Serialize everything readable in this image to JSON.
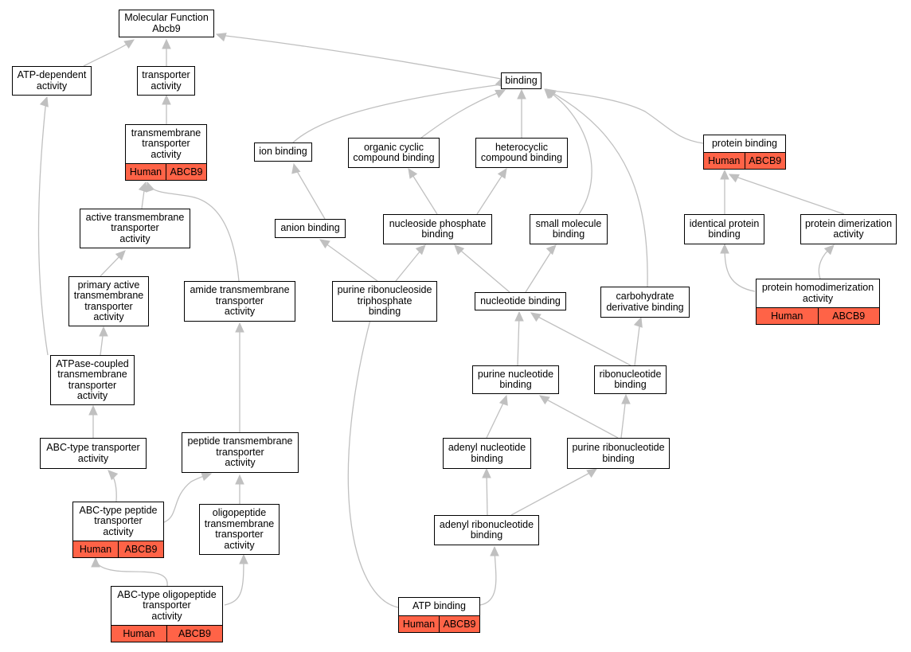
{
  "annotation_color": "#ff6347",
  "edge_color": "#c0c0c0",
  "nodes": {
    "mf": {
      "label": "Molecular Function\nAbcb9"
    },
    "atpdep": {
      "label": "ATP-dependent\nactivity"
    },
    "transp": {
      "label": "transporter\nactivity"
    },
    "binding": {
      "label": "binding"
    },
    "tmt": {
      "label": "transmembrane\ntransporter\nactivity",
      "species": "Human",
      "gene": "ABCB9"
    },
    "ionb": {
      "label": "ion binding"
    },
    "occb": {
      "label": "organic cyclic\ncompound binding"
    },
    "hccb": {
      "label": "heterocyclic\ncompound binding"
    },
    "protb": {
      "label": "protein binding",
      "species": "Human",
      "gene": "ABCB9"
    },
    "atmt": {
      "label": "active transmembrane\ntransporter\nactivity"
    },
    "anionb": {
      "label": "anion binding"
    },
    "nspb": {
      "label": "nucleoside phosphate\nbinding"
    },
    "smb": {
      "label": "small molecule\nbinding"
    },
    "idpb": {
      "label": "identical protein\nbinding"
    },
    "pdim": {
      "label": "protein dimerization\nactivity"
    },
    "patmt": {
      "label": "primary active\ntransmembrane\ntransporter\nactivity"
    },
    "amtt": {
      "label": "amide transmembrane\ntransporter\nactivity"
    },
    "prntb": {
      "label": "purine ribonucleoside\ntriphosphate\nbinding"
    },
    "nucb": {
      "label": "nucleotide binding"
    },
    "cdb": {
      "label": "carbohydrate\nderivative binding"
    },
    "phom": {
      "label": "protein homodimerization\nactivity",
      "species": "Human",
      "gene": "ABCB9"
    },
    "atpase": {
      "label": "ATPase-coupled\ntransmembrane\ntransporter\nactivity"
    },
    "pnb": {
      "label": "purine nucleotide\nbinding"
    },
    "rnb": {
      "label": "ribonucleotide\nbinding"
    },
    "abct": {
      "label": "ABC-type transporter\nactivity"
    },
    "ptmt": {
      "label": "peptide transmembrane\ntransporter\nactivity"
    },
    "anb": {
      "label": "adenyl nucleotide\nbinding"
    },
    "prnb": {
      "label": "purine ribonucleotide\nbinding"
    },
    "abcpep": {
      "label": "ABC-type peptide\ntransporter\nactivity",
      "species": "Human",
      "gene": "ABCB9"
    },
    "oligo": {
      "label": "oligopeptide\ntransmembrane\ntransporter\nactivity"
    },
    "arnb": {
      "label": "adenyl ribonucleotide\nbinding"
    },
    "abcolig": {
      "label": "ABC-type oligopeptide\ntransporter\nactivity",
      "species": "Human",
      "gene": "ABCB9"
    },
    "atpb": {
      "label": "ATP binding",
      "species": "Human",
      "gene": "ABCB9"
    }
  }
}
